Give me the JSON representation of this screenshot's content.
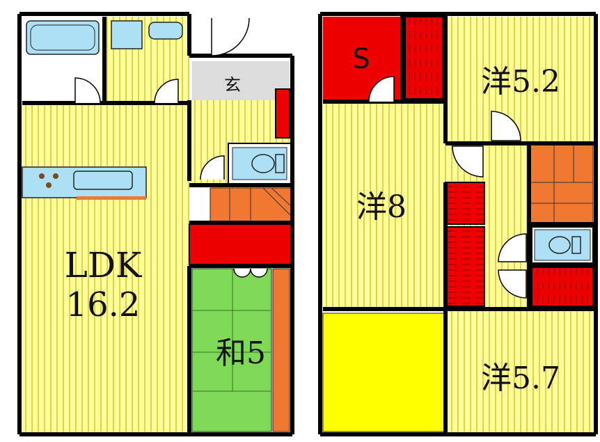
{
  "rooms": {
    "ldk_name": "LDK",
    "ldk_size": "16.2",
    "washitsu": "和5",
    "entrance": "玄",
    "storage": "S",
    "yoshitsu_8": "洋8",
    "yoshitsu_52": "洋5.2",
    "yoshitsu_57": "洋5.7"
  },
  "colors": {
    "floor_yellow": "#ffff99",
    "floor_stripe": "#c8a000",
    "storage_red": "#ee0000",
    "stairs_orange": "#f07830",
    "tatami_green": "#7ed957",
    "balcony_yellow": "#ffff00",
    "entrance_gray": "#dcdcdc",
    "fixture_blue": "#aee0f5",
    "wall": "#000000"
  }
}
